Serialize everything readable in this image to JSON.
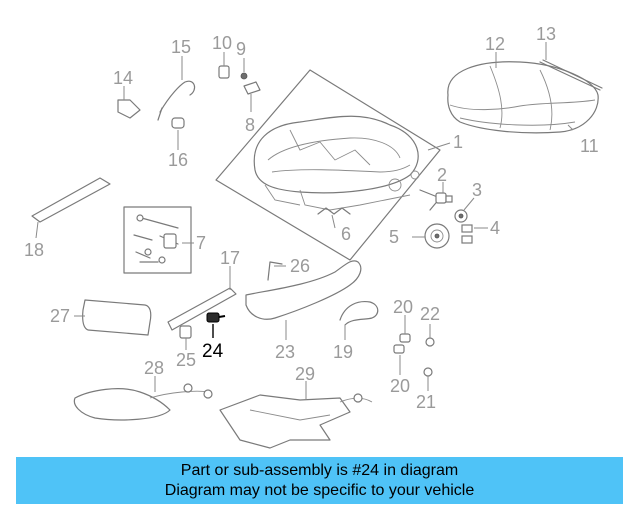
{
  "callouts": {
    "c1": "1",
    "c2": "2",
    "c3": "3",
    "c4": "4",
    "c5": "5",
    "c6": "6",
    "c7": "7",
    "c8": "8",
    "c9": "9",
    "c10": "10",
    "c11": "11",
    "c12": "12",
    "c13": "13",
    "c14": "14",
    "c15": "15",
    "c16": "16",
    "c17": "17",
    "c18": "18",
    "c19": "19",
    "c20a": "20",
    "c20b": "20",
    "c21": "21",
    "c22": "22",
    "c23": "23",
    "c24": "24",
    "c25": "25",
    "c26": "26",
    "c27": "27",
    "c28": "28",
    "c29": "29"
  },
  "highlighted_part": "24",
  "banner": {
    "line1": "Part or sub-assembly is #24 in diagram",
    "line2": "Diagram may not be specific to your vehicle"
  },
  "colors": {
    "banner_bg": "#4fc3f7",
    "highlight": "#000000",
    "callout_text": "#9a9a9a"
  }
}
